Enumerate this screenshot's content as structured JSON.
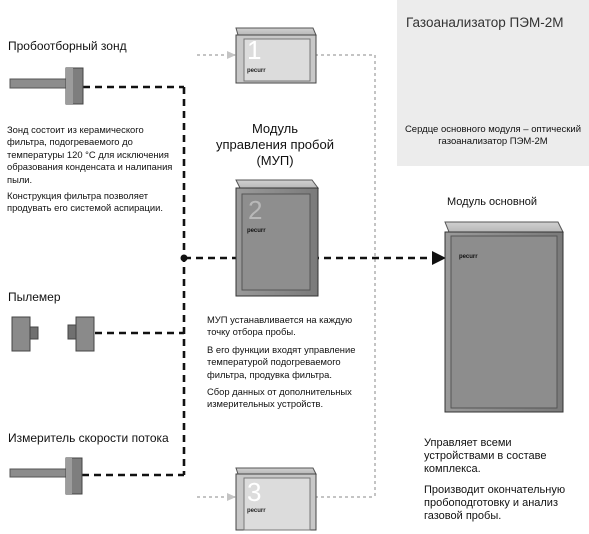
{
  "probe": {
    "title": "Пробоотборный зонд",
    "desc_1": "Зонд состоит из керамического фильтра, подогреваемого до температуры 120 °С для исключения образования конденсата и налипания пыли.",
    "desc_2": "Конструкция фильтра позволяет продувать его системой аспирации."
  },
  "dust_meter": {
    "title": "Пылемер"
  },
  "flow_meter": {
    "title": "Измеритель скорости потока"
  },
  "gas_analyzer": {
    "title": "Газоанализатор ПЭМ-2М",
    "caption": "Сердце основного модуля – оптический газоанализатор ПЭМ-2М"
  },
  "mup": {
    "title_line1": "Модуль",
    "title_line2": "управления пробой",
    "title_line3": "(МУП)",
    "desc_1": "МУП устанавливается на каждую точку отбора пробы.",
    "desc_2": "В его функции входят управление температурой подогреваемого фильтра, продувка фильтра.",
    "desc_3": "Сбор данных от дополнительных измерительных устройств."
  },
  "modules": [
    {
      "number": "1",
      "brand": "ресurr"
    },
    {
      "number": "2",
      "brand": "ресurr"
    },
    {
      "number": "3",
      "brand": "ресurr"
    }
  ],
  "main_module": {
    "title": "Модуль основной",
    "brand": "ресurr",
    "desc_1": "Управляет всеми устройствами в составе комплекса.",
    "desc_2": "Производит окончательную пробоподготовку и анализ газовой пробы."
  }
}
